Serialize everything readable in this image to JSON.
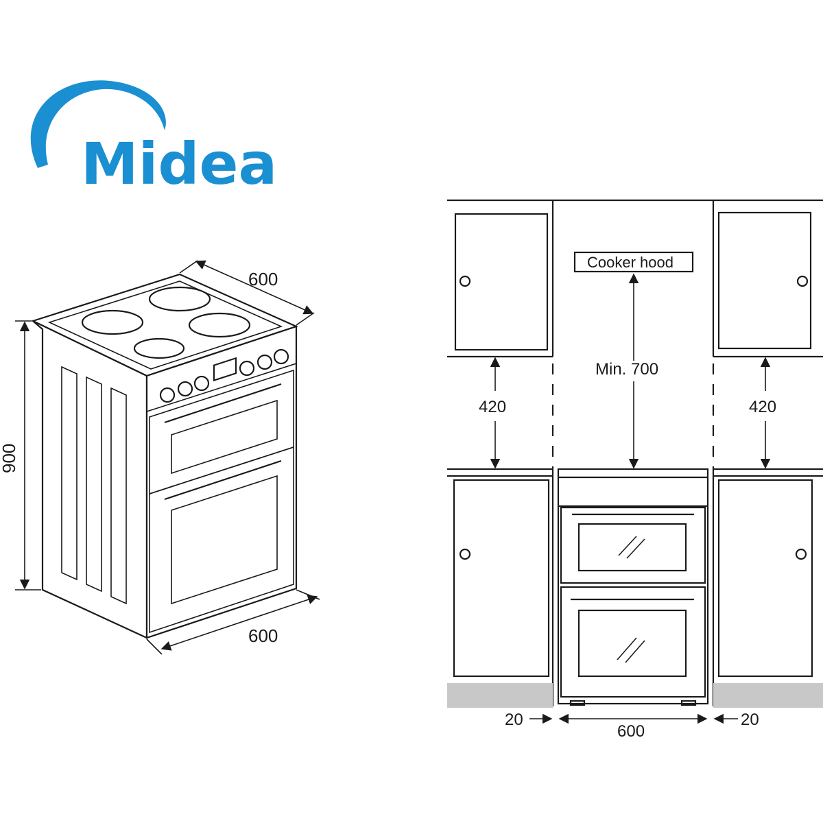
{
  "logo": {
    "text": "Midea",
    "color": "#1a8fd1"
  },
  "cooker_3d": {
    "depth_label": "600",
    "height_label": "900",
    "width_label": "600"
  },
  "installation": {
    "hood_label": "Cooker hood",
    "min_clearance_label": "Min. 700",
    "left_cabinet_gap_label": "420",
    "right_cabinet_gap_label": "420",
    "left_side_gap_label": "20",
    "right_side_gap_label": "20",
    "appliance_width_label": "600"
  }
}
